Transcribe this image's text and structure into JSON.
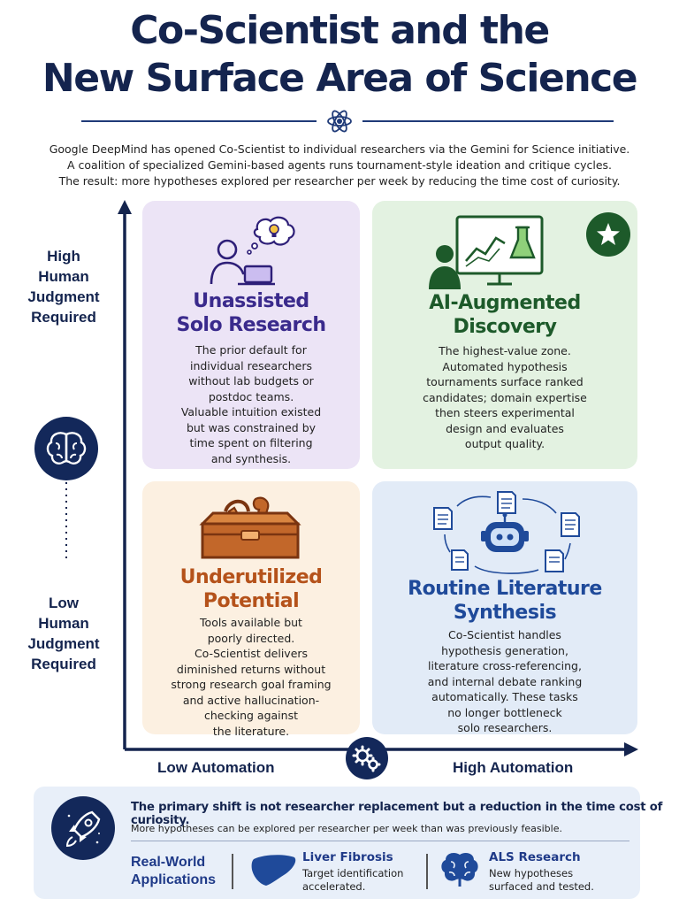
{
  "header": {
    "title_line1": "Co-Scientist and the",
    "title_line2": "New Surface Area of Science",
    "intro_line1": "Google DeepMind has opened Co-Scientist to individual researchers via the Gemini for Science initiative.",
    "intro_line2": "A coalition of specialized Gemini-based agents runs tournament-style ideation and critique cycles.",
    "intro_line3": "The result: more hypotheses explored per researcher per week by reducing the time cost of curiosity."
  },
  "axes": {
    "y_high": [
      "High",
      "Human",
      "Judgment",
      "Required"
    ],
    "y_low": [
      "Low",
      "Human",
      "Judgment",
      "Required"
    ],
    "x_low": "Low Automation",
    "x_high": "High Automation"
  },
  "quadrants": {
    "top_left": {
      "title": [
        "Unassisted",
        "Solo Research"
      ],
      "body": [
        "The prior default for",
        "individual researchers",
        "without lab budgets or",
        "postdoc teams.",
        "Valuable intuition existed",
        "but was constrained by",
        "time spent on filtering",
        "and synthesis."
      ],
      "color": "#3a2a8c"
    },
    "top_right": {
      "title": [
        "AI-Augmented",
        "Discovery"
      ],
      "body": [
        "The highest-value zone.",
        "Automated hypothesis",
        "tournaments surface ranked",
        "candidates; domain expertise",
        "then steers experimental",
        "design and evaluates",
        "output quality."
      ],
      "color": "#1d5a2a"
    },
    "bottom_left": {
      "title": [
        "Underutilized",
        "Potential"
      ],
      "body": [
        "Tools available but",
        "poorly directed.",
        "Co-Scientist delivers",
        "diminished returns without",
        "strong research goal framing",
        "and active hallucination-",
        "checking against",
        "the literature."
      ],
      "color": "#b5521a"
    },
    "bottom_right": {
      "title": [
        "Routine Literature",
        "Synthesis"
      ],
      "body": [
        "Co-Scientist handles",
        "hypothesis generation,",
        "literature cross-referencing,",
        "and internal debate ranking",
        "automatically. These tasks",
        "no longer bottleneck",
        "solo researchers."
      ],
      "color": "#1f4a9a"
    }
  },
  "footer": {
    "main": "The primary shift is not researcher replacement but a reduction in the time cost of curiosity.",
    "sub": "More hypotheses can be explored per researcher per week than was previously feasible.",
    "applications_label": [
      "Real-World",
      "Applications"
    ],
    "apps": [
      {
        "title": "Liver Fibrosis",
        "desc": [
          "Target identification",
          "accelerated."
        ]
      },
      {
        "title": "ALS Research",
        "desc": [
          "New hypotheses",
          "surfaced and tested."
        ]
      }
    ]
  },
  "icons": [
    "atom-icon",
    "brain-icon",
    "gears-icon",
    "researcher-laptop-icon",
    "thought-bubble-icon",
    "monitor-chart-icon",
    "star-badge-icon",
    "toolbox-icon",
    "robot-documents-icon",
    "rocket-icon",
    "liver-icon",
    "brain-app-icon"
  ]
}
